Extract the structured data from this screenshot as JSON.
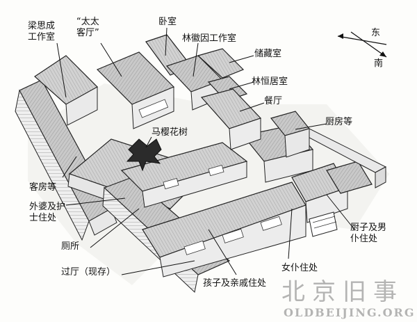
{
  "compass": {
    "east": "东",
    "south": "南"
  },
  "labels": {
    "liang_studio": "梁思成\n工作室",
    "tai_tai_salon": "“太太\n客厅”",
    "bedroom": "卧室",
    "lin_studio": "林徽因工作室",
    "storage": "储藏室",
    "lin_heng_room": "林恒居室",
    "dining": "餐厅",
    "tree": "马樱花树",
    "kitchen": "厨房等",
    "guest": "客房等",
    "grandma": "外婆及护\n士住处",
    "toilet": "厕所",
    "passage": "过厅（现存）",
    "children": "孩子及亲戚住处",
    "maid": "女仆住处",
    "cook": "厨子及男\n仆住处"
  },
  "watermark": {
    "main": "北京旧事",
    "url": "OLDBEIJING.ORG"
  }
}
